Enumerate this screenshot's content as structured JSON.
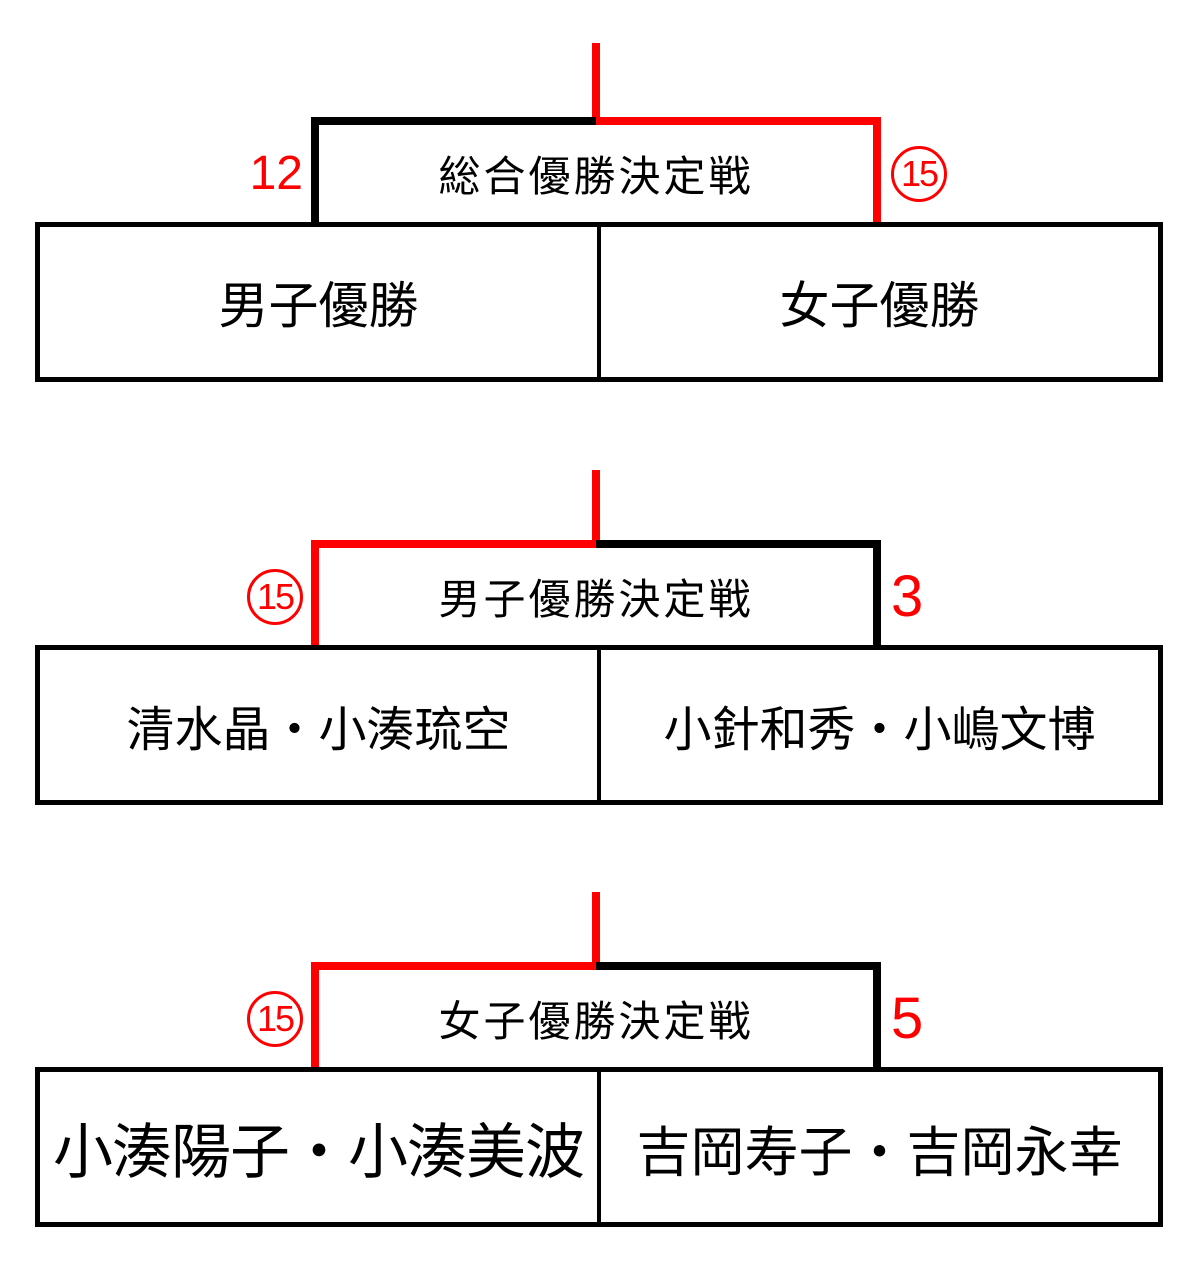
{
  "colors": {
    "red": "#ff0000",
    "black": "#000000",
    "bg": "#ffffff"
  },
  "brackets": [
    {
      "id": "overall-final",
      "label": "総合優勝決定戦",
      "winner_side": "right",
      "left": {
        "name": "男子優勝",
        "score": "12",
        "score_circled": false
      },
      "right": {
        "name": "女子優勝",
        "score": "15",
        "score_circled": true
      }
    },
    {
      "id": "mens-final",
      "label": "男子優勝決定戦",
      "winner_side": "left",
      "left": {
        "name": "清水晶・小湊琉空",
        "score": "15",
        "score_circled": true
      },
      "right": {
        "name": "小針和秀・小嶋文博",
        "score": "3",
        "score_circled": false
      }
    },
    {
      "id": "womens-final",
      "label": "女子優勝決定戦",
      "winner_side": "left",
      "left": {
        "name": "小湊陽子・小湊美波",
        "score": "15",
        "score_circled": true
      },
      "right": {
        "name": "吉岡寿子・吉岡永幸",
        "score": "5",
        "score_circled": false
      }
    }
  ]
}
